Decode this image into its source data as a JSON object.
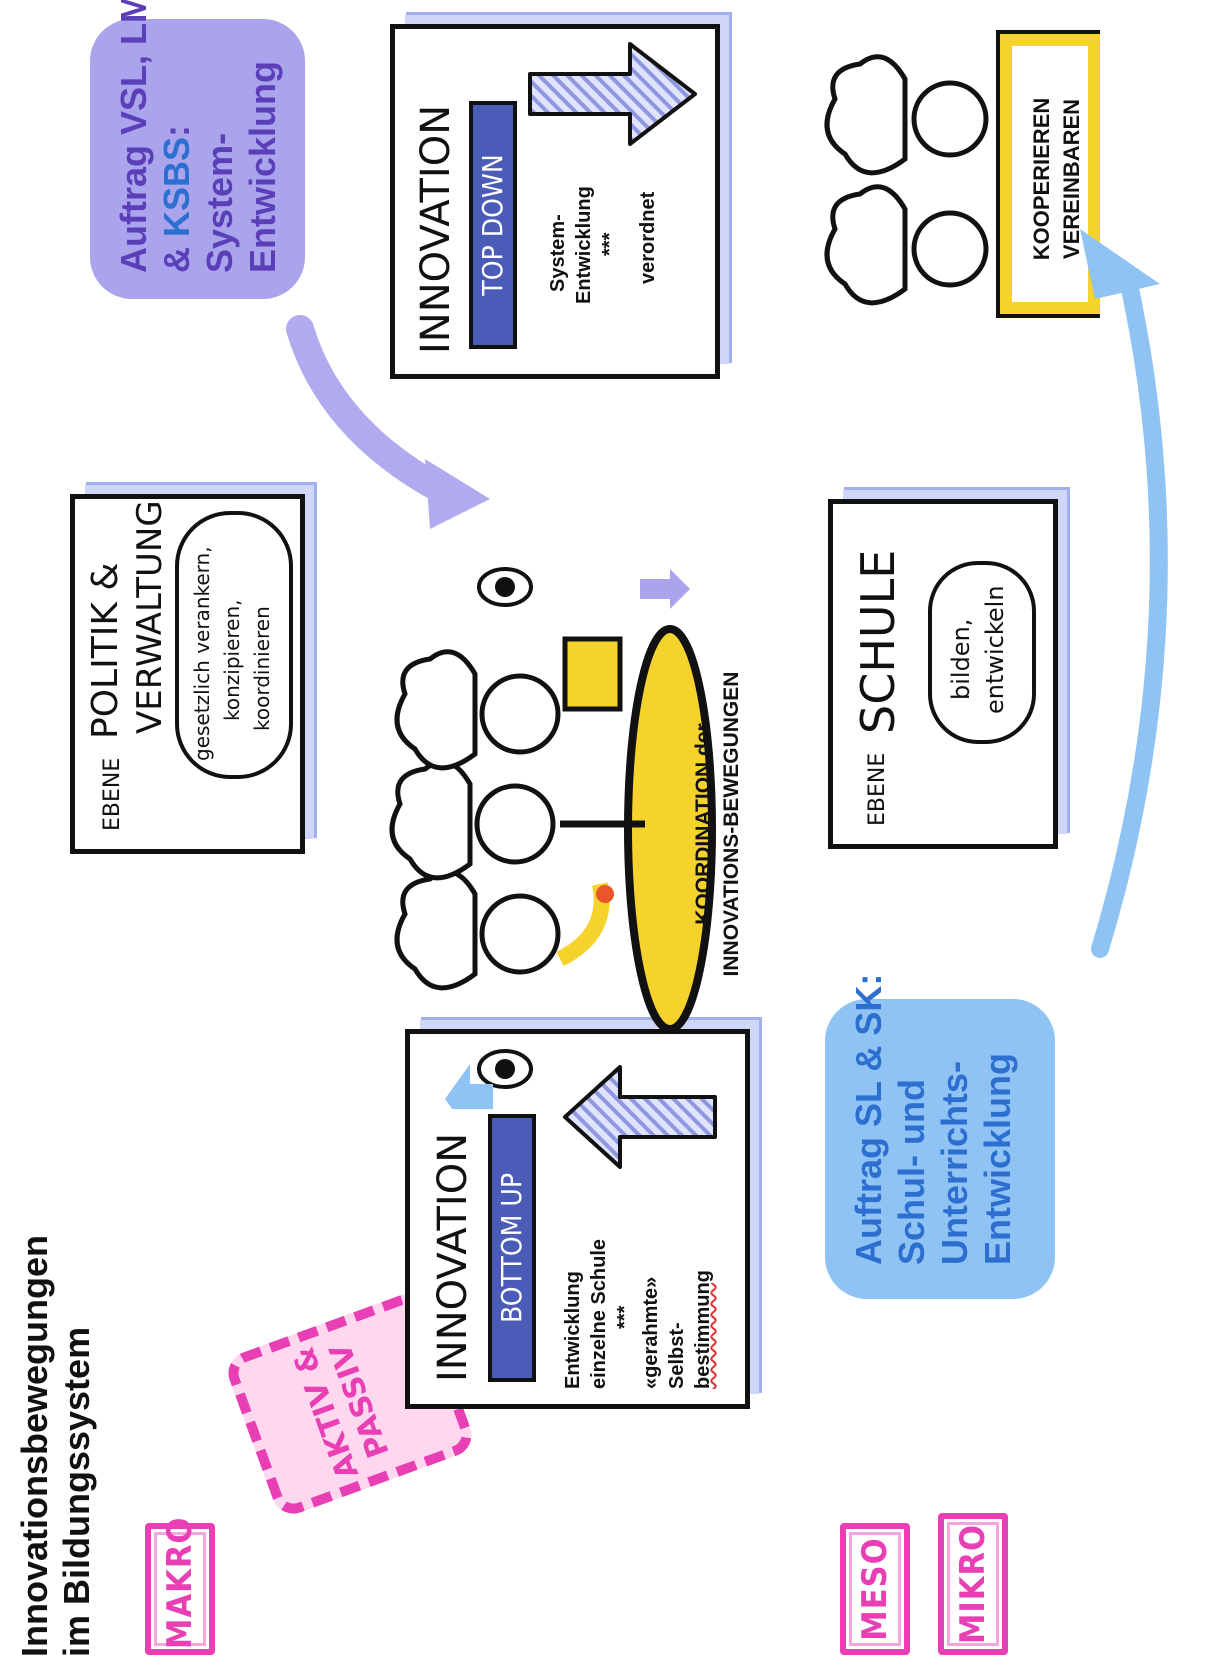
{
  "title": {
    "line1": "Innovationsbewegungen",
    "line2": "im Bildungssystem"
  },
  "levels": {
    "makro": "MAKRO",
    "meso": "MESO",
    "mikro": "MIKRO"
  },
  "aktiv_passiv": {
    "line1": "AKTIV &",
    "line2": "PASSIV"
  },
  "bottom_up_card": {
    "title": "INNOVATION",
    "ribbon": "BOTTOM UP",
    "text": {
      "line1": "Entwicklung",
      "line2": "einzelne Schule",
      "line3": "***",
      "line4": "«gerahmte»",
      "line5": "Selbst-",
      "line6": "bestimmung"
    }
  },
  "top_down_card": {
    "title": "INNOVATION",
    "ribbon": "TOP DOWN",
    "text": {
      "line1": "System-",
      "line2": "Entwicklung",
      "line3": "***",
      "line4": "verordnet"
    }
  },
  "politik_card": {
    "prefix": "EBENE",
    "title_line1": "POLITIK &",
    "title_line2": "VERWALTUNG",
    "cloud_line1": "gesetzlich verankern,",
    "cloud_line2": "konzipieren,",
    "cloud_line3": "koordinieren"
  },
  "schule_card": {
    "prefix": "EBENE",
    "title": "SCHULE",
    "cloud_line1": "bilden,",
    "cloud_line2": "entwickeln"
  },
  "center": {
    "caption_line1": "KOORDINATION der",
    "caption_line2": "INNOVATIONS-BEWEGUNGEN"
  },
  "kooperieren": {
    "line1": "KOOPERIEREN",
    "line2": "VEREINBAREN"
  },
  "blob_system": {
    "line1": "Auftrag VSL, LMB",
    "line2_a": "& ",
    "line2_b": "KSBS",
    "line2_c": ":",
    "line3": "System-",
    "line4": "Entwicklung"
  },
  "blob_schule": {
    "line1": "Auftrag SL & SK:",
    "line2": "Schul- und",
    "line3": "Unterrichts-",
    "line4": "Entwicklung"
  },
  "colors": {
    "magenta": "#e83fb5",
    "purple_blob": "#a9a4ec",
    "purple_text": "#5b3fb8",
    "blue_blob": "#8fc3f4",
    "blue_text": "#2c6fd0",
    "yellow": "#f6d22c"
  }
}
